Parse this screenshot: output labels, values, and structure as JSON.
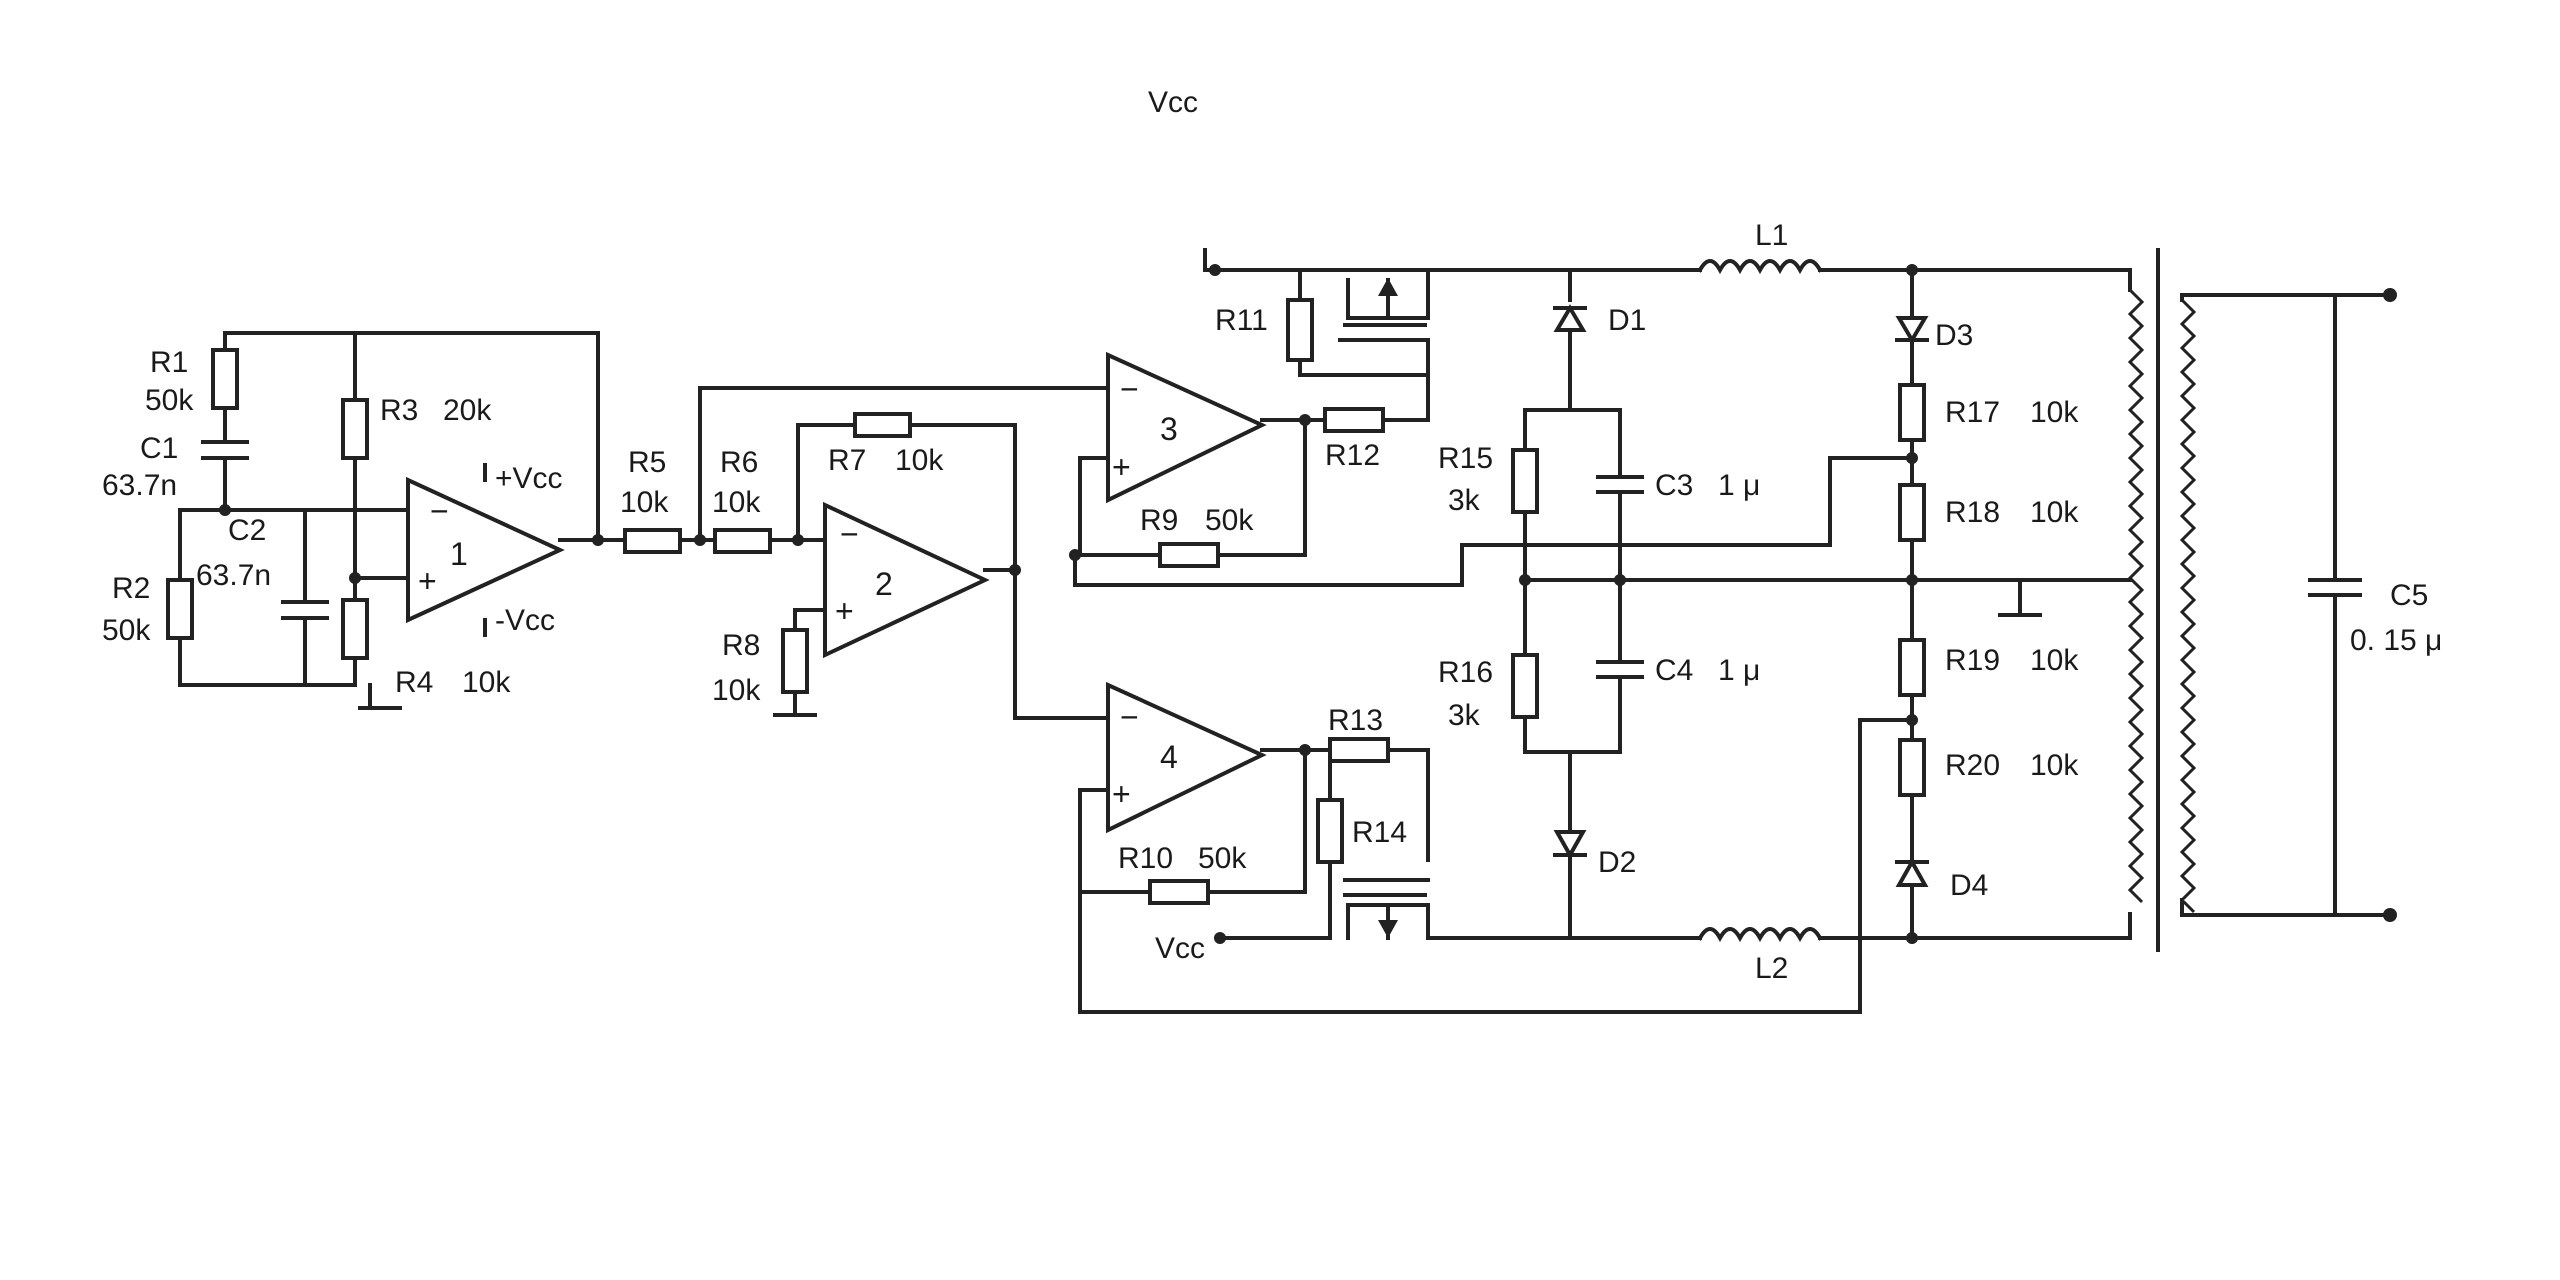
{
  "labels": {
    "R1": "R1",
    "R1_val": "50k",
    "C1": "C1",
    "C1_val": "63.7n",
    "C2": "C2",
    "C2_val": "63.7n",
    "R2": "R2",
    "R2_val": "50k",
    "R3": "R3",
    "R3_val": "20k",
    "R4": "R4",
    "R4_val": "10k",
    "R5": "R5",
    "R5_val": "10k",
    "R6": "R6",
    "R6_val": "10k",
    "R7": "R7",
    "R7_val": "10k",
    "R8": "R8",
    "R8_val": "10k",
    "R9": "R9",
    "R9_val": "50k",
    "R10": "R10",
    "R10_val": "50k",
    "R11": "R11",
    "R12": "R12",
    "R13": "R13",
    "R14": "R14",
    "R15": "R15",
    "R15_val": "3k",
    "R16": "R16",
    "R16_val": "3k",
    "R17": "R17",
    "R17_val": "10k",
    "R18": "R18",
    "R18_val": "10k",
    "R19": "R19",
    "R19_val": "10k",
    "R20": "R20",
    "R20_val": "10k",
    "C3": "C3",
    "C3_val": "1 μ",
    "C4": "C4",
    "C4_val": "1 μ",
    "C5": "C5",
    "C5_val": "0. 15 μ",
    "D1": "D1",
    "D2": "D2",
    "D3": "D3",
    "D4": "D4",
    "L1": "L1",
    "L2": "L2",
    "vcc_pos": "+Vcc",
    "vcc_neg": "-Vcc",
    "vcc_top": "Vcc",
    "vcc_bottom": "Vcc",
    "opamp1": "1",
    "opamp2": "2",
    "opamp3": "3",
    "opamp4": "4",
    "minus": "−",
    "plus": "+"
  }
}
